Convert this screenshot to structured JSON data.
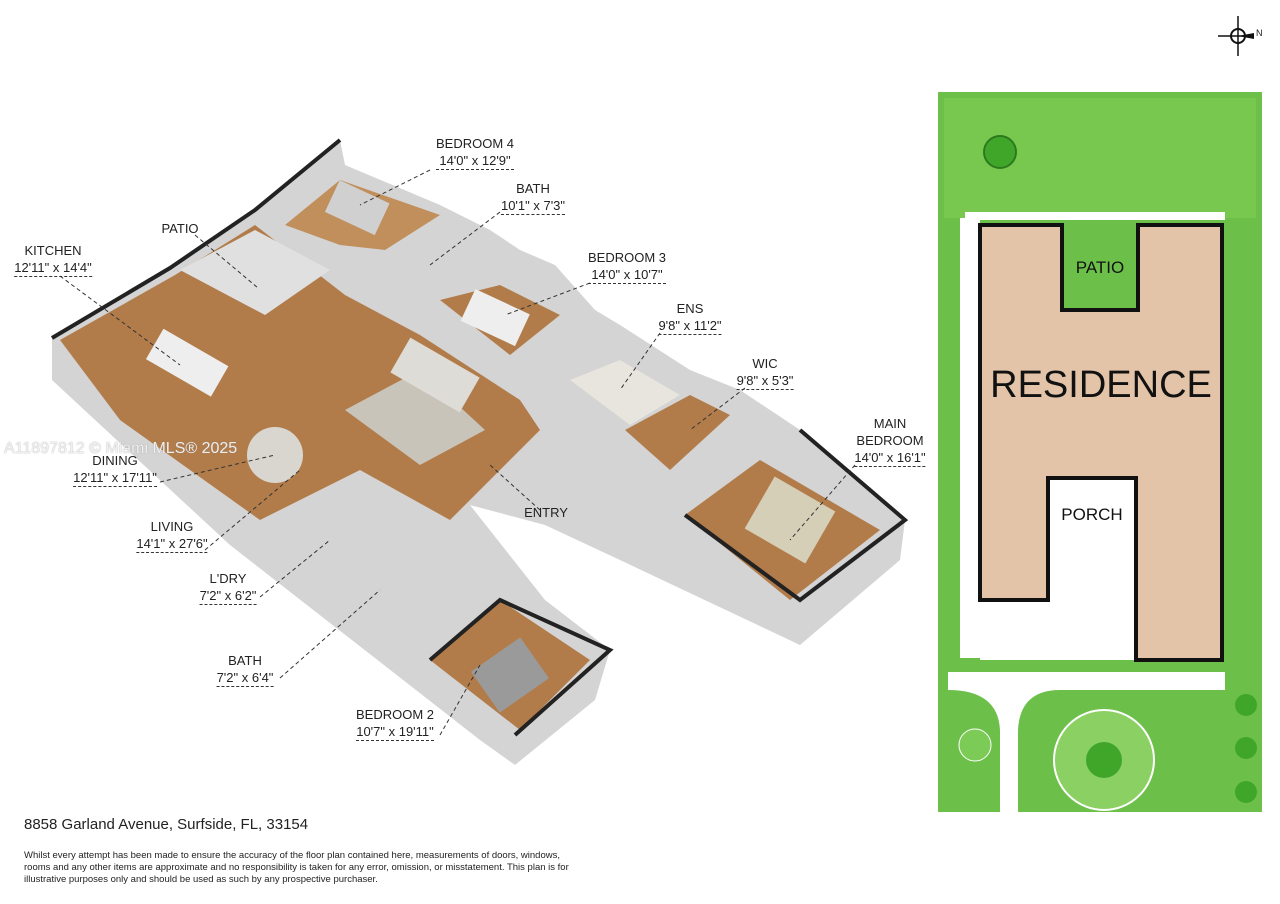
{
  "address": "8858 Garland Avenue, Surfside, FL, 33154",
  "disclaimer": "Whilst every attempt has been made to ensure the accuracy of the floor plan contained here, measurements of doors, windows, rooms and any other items are approximate and no responsibility is taken for any error, omission, or misstatement. This plan is for illustrative purposes only and should be used as such by any prospective purchaser.",
  "watermark": "A11897812 © Miami MLS® 2025",
  "compass": {
    "label": "N"
  },
  "rooms": [
    {
      "name": "BEDROOM 4",
      "dim": "14'0\" x 12'9\""
    },
    {
      "name": "BATH",
      "dim": "10'1\" x 7'3\""
    },
    {
      "name": "PATIO",
      "dim": ""
    },
    {
      "name": "KITCHEN",
      "dim": "12'11\" x 14'4\""
    },
    {
      "name": "BEDROOM 3",
      "dim": "14'0\" x 10'7\""
    },
    {
      "name": "ENS",
      "dim": "9'8\" x 11'2\""
    },
    {
      "name": "WIC",
      "dim": "9'8\" x 5'3\""
    },
    {
      "name": "MAIN BEDROOM",
      "dim": "14'0\" x 16'1\""
    },
    {
      "name": "DINING",
      "dim": "12'11\" x 17'11\""
    },
    {
      "name": "ENTRY",
      "dim": ""
    },
    {
      "name": "LIVING",
      "dim": "14'1\" x 27'6\""
    },
    {
      "name": "L'DRY",
      "dim": "7'2\" x 6'2\""
    },
    {
      "name": "BATH",
      "dim": "7'2\" x 6'4\""
    },
    {
      "name": "BEDROOM 2",
      "dim": "10'7\" x 19'11\""
    }
  ],
  "site": {
    "patio": "PATIO",
    "residence": "RESIDENCE",
    "porch": "PORCH"
  },
  "colors": {
    "lawn": "#6cc04a",
    "residence": "#e3c4a8",
    "floor": "#b27c4a",
    "wall": "#d8d8d8"
  }
}
